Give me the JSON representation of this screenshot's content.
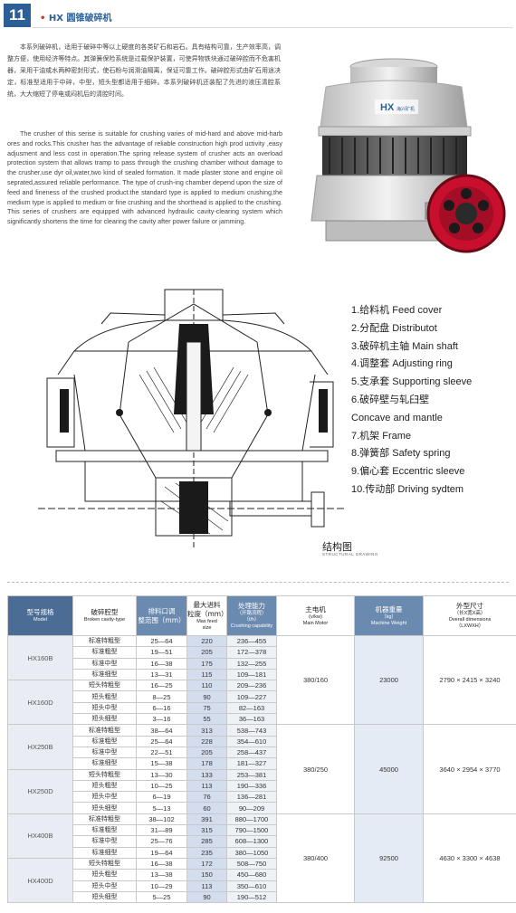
{
  "header": {
    "page_number": "11",
    "title_brand": "HX",
    "title_text": "圆锥破碎机"
  },
  "intro": {
    "chinese": "本系列破碎机，适用于破碎中等以上硬度的各类矿石和岩石。具有结构可靠，生产效率高，调整方便，使用经济等特点。其弹簧保险系统是过载保护装置，可使异物铁块通过破碎腔而不危害机器，采用干油或水两种密封形式，使石粉与润滑油隔离，保证可靠工作。破碎腔形式由矿石用途决定，标准型适用于中碎，中型，短头型都适用于细碎。本系列破碎机还装配了先进的液压清腔系统，大大缩短了停电或闷机后的清腔时间。",
    "english": "The crusher of this serise is suitable for crushing varies of mid-hard and above mid-harb ores and rocks.This crusher has the advantage of reliable construction high prod uctivity ,easy adjusment and less cost in operation.The spring release system of crusher acts an overload protection system that allows tramp to pass through the crushing chamber without damage to the crusher,use dyr oil,water,two kind of sealed formation. It made plaster stone and engine oil seprated,assured reliable performance. The type of crush-ing chamber depend upon the size of feed and fineness of the crushed product.the standard type is applied to medium crushing,the medium type is applied to medium or fine crushing and the shorthead is applied to the crushing. This series of crushers are equipped with advanced hydraulic cavity-clearing system which significantly shortens the time for clearing the cavity after power failure or jamming."
  },
  "photo": {
    "badge": "HX",
    "badge_sub": "海兴矿机"
  },
  "parts": [
    "1.给料机 Feed cover",
    "2.分配盘 Distributot",
    "3.破碎机主轴 Main shaft",
    "4.调整套 Adjusting ring",
    "5.支承套 Supporting sleeve",
    "6.破碎壁与轧臼壁",
    "Concave and mantle",
    "7.机架 Frame",
    "8.弹簧部 Safety spring",
    "9.偏心套 Eccentric sleeve",
    "10.传动部 Driving sydtem"
  ],
  "structure": {
    "title": "结构图",
    "subtitle": "STRUCTURAL DRAWING"
  },
  "table": {
    "headers": {
      "model_cn": "型号规格",
      "model_en": "Model",
      "cavity_cn": "破碎腔型",
      "cavity_en": "Broken cavity-type",
      "discharge_cn": "排料口调",
      "discharge_cn2": "整范围（mm）",
      "feed_cn": "最大进料",
      "feed_cn2": "粒度（mm）",
      "feed_en": "Max feed",
      "feed_en2": "size",
      "cap_cn": "处理能力",
      "cap_cn2": "（开路流程）",
      "cap_cn3": "（t/h）",
      "cap_en": "Crushing capability",
      "motor_cn": "主电机",
      "motor_cn2": "(v/kw)",
      "motor_en": "Main Motor",
      "weight_cn": "机器重量",
      "weight_cn2": "（kg）",
      "weight_en": "Machine Weight",
      "dim_cn": "外型尺寸",
      "dim_cn2": "（长X宽X高）",
      "dim_en": "Overall dimensions",
      "dim_en2": "（LXWXH）"
    },
    "groups": [
      {
        "motor": "380/160",
        "weight": "23000",
        "dims": "2790 × 2415 × 3240",
        "models": [
          {
            "model": "HX160B",
            "rows": [
              {
                "cavity": "标准特粗型",
                "discharge": "25—64",
                "feed": "220",
                "capacity": "236—455"
              },
              {
                "cavity": "标准粗型",
                "discharge": "19—51",
                "feed": "205",
                "capacity": "172—378"
              },
              {
                "cavity": "标准中型",
                "discharge": "16—38",
                "feed": "175",
                "capacity": "132—255"
              },
              {
                "cavity": "标准细型",
                "discharge": "13—31",
                "feed": "115",
                "capacity": "109—181"
              }
            ]
          },
          {
            "model": "HX160D",
            "rows": [
              {
                "cavity": "短头特粗型",
                "discharge": "16—25",
                "feed": "110",
                "capacity": "209—236"
              },
              {
                "cavity": "短头粗型",
                "discharge": "8—25",
                "feed": "90",
                "capacity": "109—227"
              },
              {
                "cavity": "短头中型",
                "discharge": "6—16",
                "feed": "75",
                "capacity": "82—163"
              },
              {
                "cavity": "短头细型",
                "discharge": "3—16",
                "feed": "55",
                "capacity": "36—163"
              }
            ]
          }
        ]
      },
      {
        "motor": "380/250",
        "weight": "45000",
        "dims": "3640 × 2954 × 3770",
        "models": [
          {
            "model": "HX250B",
            "rows": [
              {
                "cavity": "标准特粗型",
                "discharge": "38—64",
                "feed": "313",
                "capacity": "538—743"
              },
              {
                "cavity": "标准粗型",
                "discharge": "25—64",
                "feed": "228",
                "capacity": "354—610"
              },
              {
                "cavity": "标准中型",
                "discharge": "22—51",
                "feed": "205",
                "capacity": "258—437"
              },
              {
                "cavity": "标准细型",
                "discharge": "15—38",
                "feed": "178",
                "capacity": "181—327"
              }
            ]
          },
          {
            "model": "HX250D",
            "rows": [
              {
                "cavity": "短头特粗型",
                "discharge": "13—30",
                "feed": "133",
                "capacity": "253—381"
              },
              {
                "cavity": "短头粗型",
                "discharge": "10—25",
                "feed": "113",
                "capacity": "190—336"
              },
              {
                "cavity": "短头中型",
                "discharge": "6—19",
                "feed": "76",
                "capacity": "136—281"
              },
              {
                "cavity": "短头细型",
                "discharge": "5—13",
                "feed": "60",
                "capacity": "90—209"
              }
            ]
          }
        ]
      },
      {
        "motor": "380/400",
        "weight": "92500",
        "dims": "4630 × 3300 × 4638",
        "models": [
          {
            "model": "HX400B",
            "rows": [
              {
                "cavity": "标准特粗型",
                "discharge": "38—102",
                "feed": "391",
                "capacity": "880—1700"
              },
              {
                "cavity": "标准粗型",
                "discharge": "31—89",
                "feed": "315",
                "capacity": "790—1500"
              },
              {
                "cavity": "标准中型",
                "discharge": "25—76",
                "feed": "285",
                "capacity": "608—1300"
              },
              {
                "cavity": "标准细型",
                "discharge": "19—64",
                "feed": "235",
                "capacity": "380—1050"
              }
            ]
          },
          {
            "model": "HX400D",
            "rows": [
              {
                "cavity": "短头特粗型",
                "discharge": "16—38",
                "feed": "172",
                "capacity": "508—750"
              },
              {
                "cavity": "短头粗型",
                "discharge": "13—38",
                "feed": "150",
                "capacity": "450—680"
              },
              {
                "cavity": "短头中型",
                "discharge": "10—29",
                "feed": "113",
                "capacity": "350—610"
              },
              {
                "cavity": "短头细型",
                "discharge": "5—25",
                "feed": "90",
                "capacity": "190—512"
              }
            ]
          }
        ]
      }
    ]
  },
  "colors": {
    "brand_blue": "#2d5f97",
    "header_blue": "#4a6c95",
    "header_light": "#6b8ab0",
    "flywheel_red": "#c8102e"
  }
}
